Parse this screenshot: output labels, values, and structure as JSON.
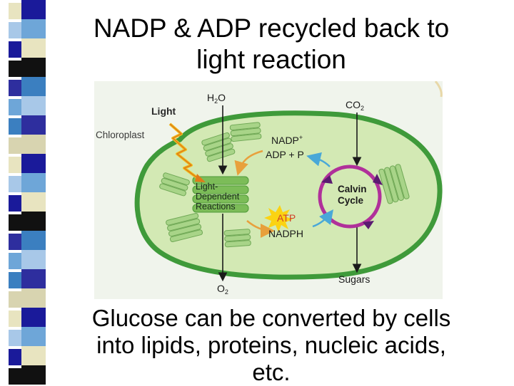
{
  "slide": {
    "title_line1": "NADP & ADP recycled back to",
    "title_line2": "light reaction",
    "caption_line1": "Glucose can be converted by cells",
    "caption_line2": "into lipids, proteins, nucleic acids,",
    "caption_line3": "etc."
  },
  "diagram": {
    "light": "Light",
    "chloroplast": "Chloroplast",
    "h2o_base": "H",
    "h2o_sub": "2",
    "h2o_end": "O",
    "co2_base": "CO",
    "co2_sub": "2",
    "o2_base": "O",
    "o2_sub": "2",
    "nadp_base": "NADP",
    "nadp_sup": "+",
    "adp": "ADP + P",
    "ldr_line1": "Light-",
    "ldr_line2": "Dependent",
    "ldr_line3": "Reactions",
    "calvin_line1": "Calvin",
    "calvin_line2": "Cycle",
    "atp": "ATP",
    "nadph": "NADPH",
    "sugars": "Sugars"
  },
  "colors": {
    "background": "#ffffff",
    "panel": "#f0f4ec",
    "chloroplast_membrane": "#3f9a3a",
    "stroma": "#d3e9b4",
    "thylakoid": "#8ec36c",
    "calvin_ring": "#b0309a",
    "arrow_orange": "#e8a03c",
    "arrow_blue": "#49a8d8",
    "atp_text": "#d0402a"
  }
}
